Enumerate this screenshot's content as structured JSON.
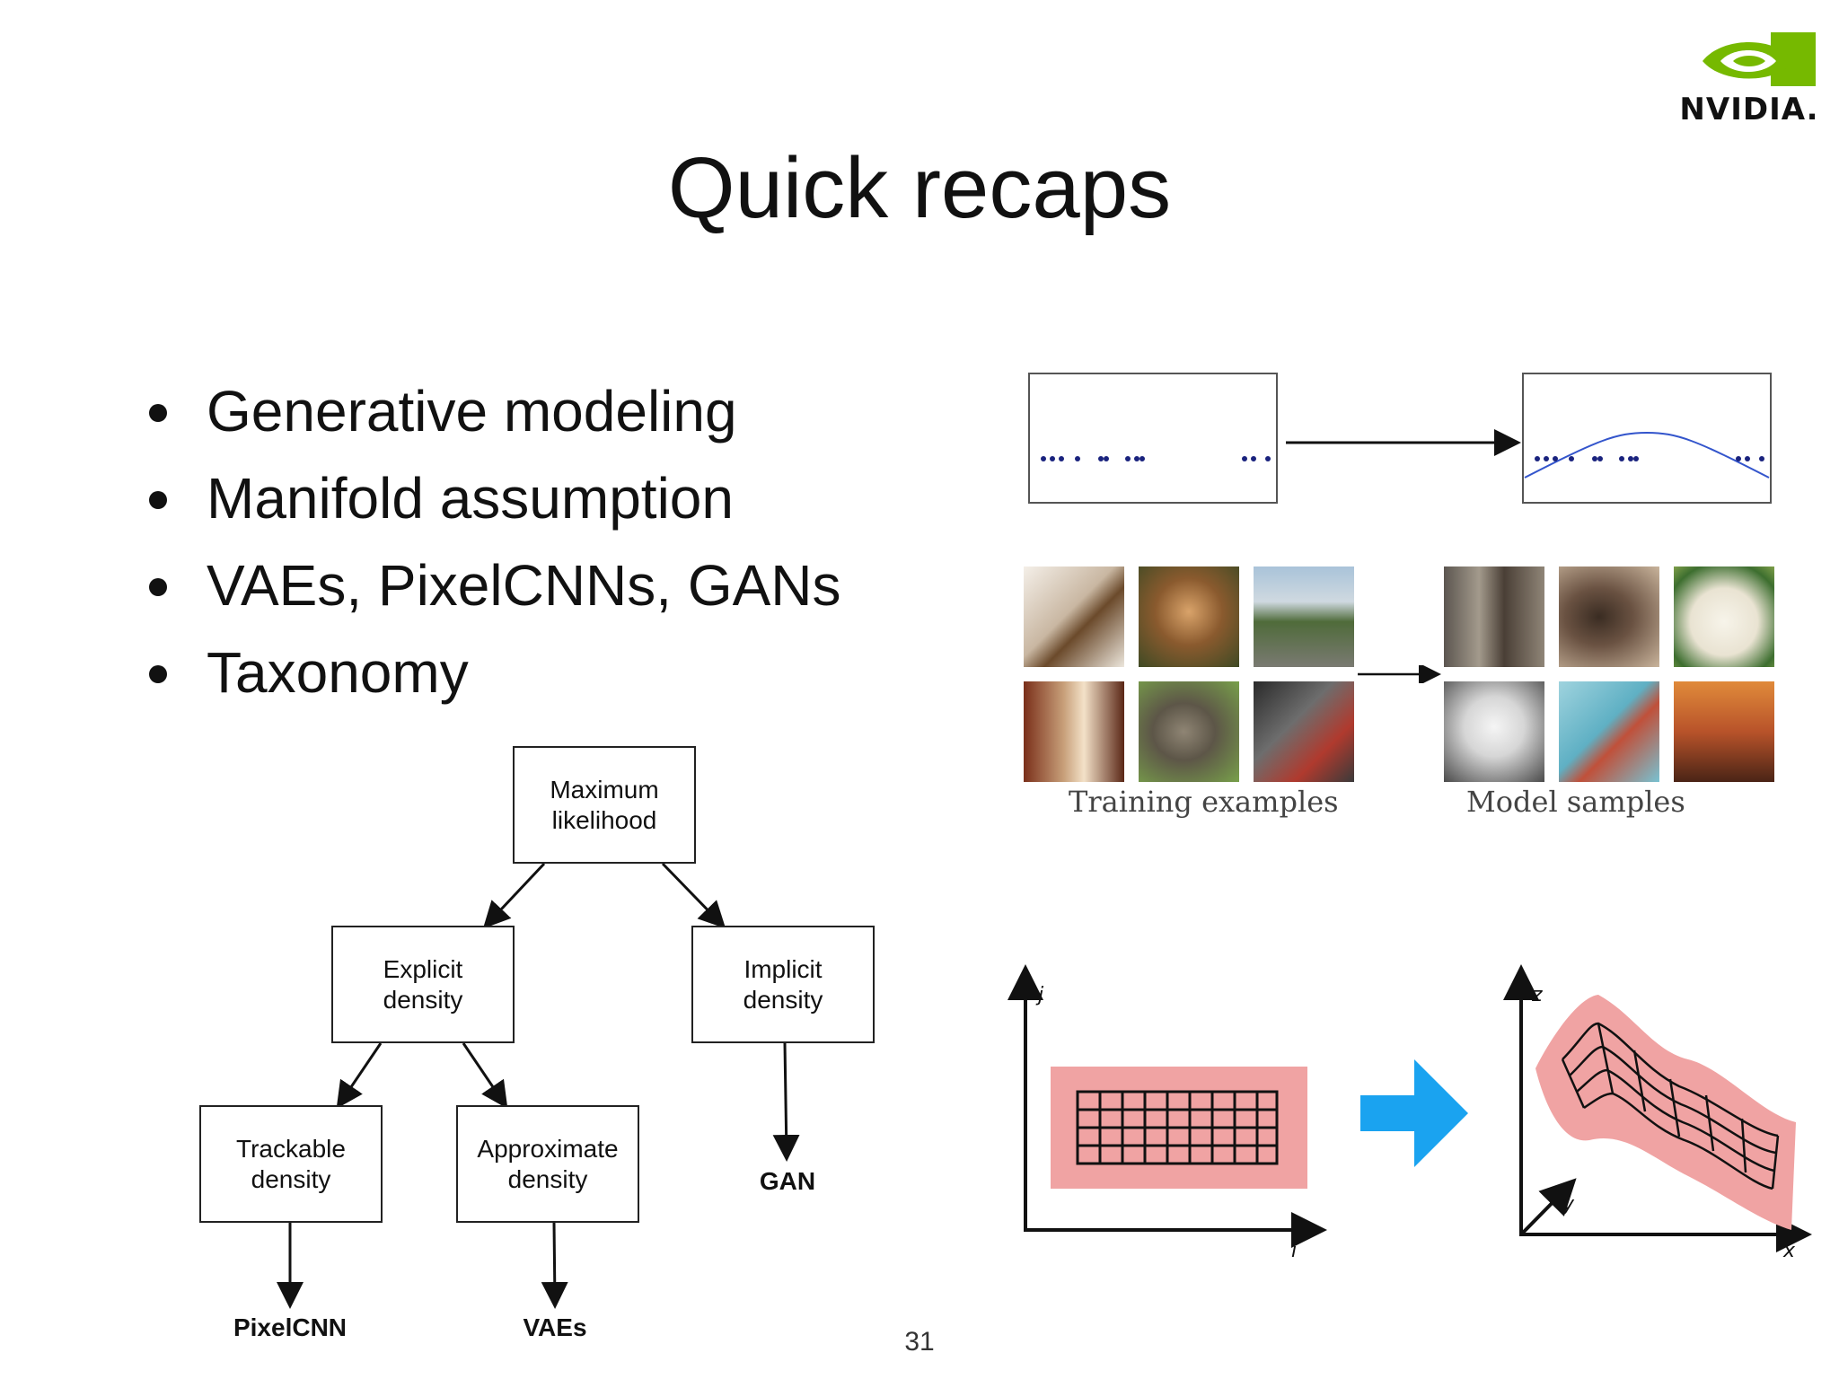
{
  "logo": {
    "name": "nvidia-logo",
    "wordmark": "NVIDIA.",
    "color": "#76b900"
  },
  "title": "Quick recaps",
  "bullets": [
    "Generative modeling",
    "Manifold assumption",
    "VAEs, PixelCNNs, GANs",
    "Taxonomy"
  ],
  "taxonomy": {
    "root": "Maximum likelihood",
    "explicit": "Explicit density",
    "implicit": "Implicit density",
    "trackable": "Trackable density",
    "approximate": "Approximate density",
    "pixelcnn": "PixelCNN",
    "vaes": "VAEs",
    "gan": "GAN"
  },
  "samples": {
    "training_caption": "Training examples",
    "model_caption": "Model samples"
  },
  "manifold": {
    "axis_j": "j",
    "axis_i": "i",
    "axis_z": "z",
    "axis_y": "y",
    "axis_x": "x",
    "arrow_color": "#1aa3f0",
    "sheet_color": "#f0a3a3"
  },
  "page_number": "31"
}
